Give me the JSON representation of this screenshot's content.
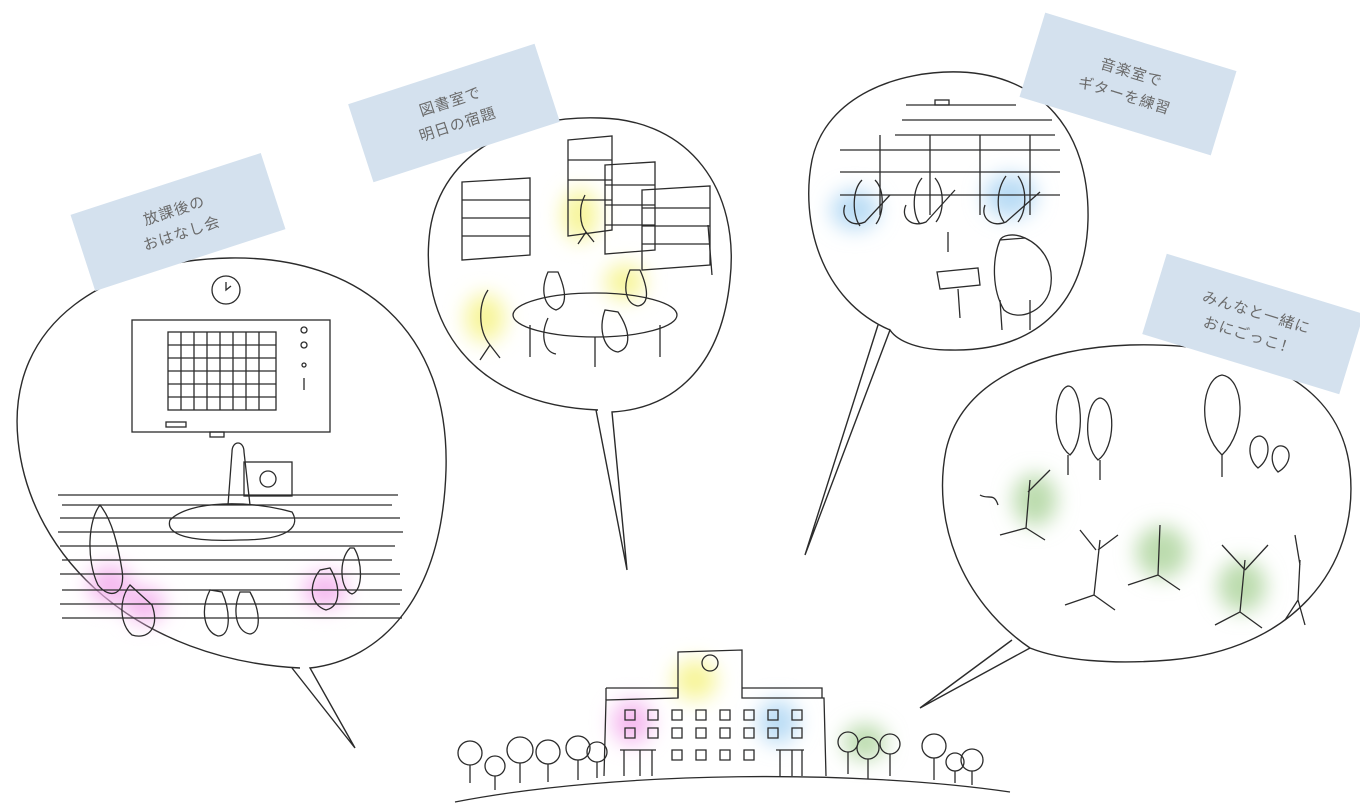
{
  "labels": {
    "talk": {
      "line1": "放課後の",
      "line2": "おはなし会"
    },
    "library": {
      "line1": "図書室で",
      "line2": "明日の宿題"
    },
    "music": {
      "line1": "音楽室で",
      "line2": "ギターを練習"
    },
    "tag": {
      "line1": "みんなと一緒に",
      "line2": "おにごっこ！"
    }
  },
  "colors": {
    "line": "#2b2b2b",
    "label_bg": "#d4e1ee",
    "label_text": "#6a6a6a",
    "pink": "#f5b8ef",
    "yellow": "#f7f59a",
    "blue": "#b9dcf5",
    "green": "#bcdcae"
  },
  "icons": [
    "clock-icon",
    "tree-icon",
    "school-building-icon",
    "bookshelf-icon",
    "guitar-icon"
  ]
}
